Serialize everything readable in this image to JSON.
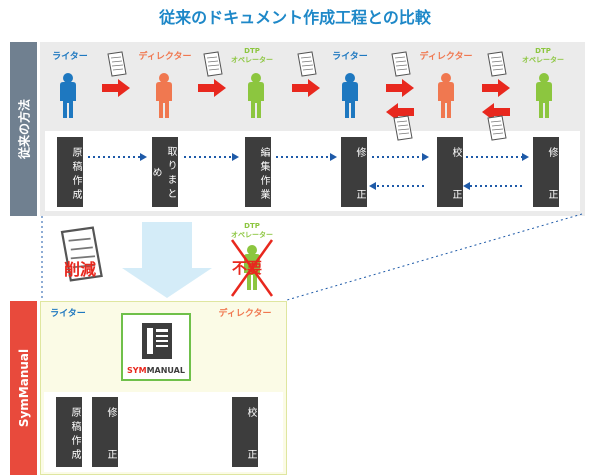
{
  "title": "従来のドキュメント作成工程との比較",
  "traditional": {
    "label": "従来の方法",
    "roles": [
      {
        "name": "ライター",
        "color": "#1e78c0"
      },
      {
        "name": "ディレクター",
        "color": "#f07850"
      },
      {
        "name": "DTP\nオペレーター",
        "color": "#8cc63f"
      },
      {
        "name": "ライター",
        "color": "#1e78c0"
      },
      {
        "name": "ディレクター",
        "color": "#f07850"
      },
      {
        "name": "DTP\nオペレーター",
        "color": "#8cc63f"
      }
    ],
    "steps": [
      "原稿作成",
      "取りまとめ",
      "編集作業",
      "修　　正",
      "校　　正",
      "修　　正"
    ]
  },
  "transition": {
    "reduce_label": "削減",
    "dtp_label": "DTP\nオペレーター",
    "unneeded_label": "不要"
  },
  "symmanual": {
    "label": "SymManual",
    "writer": "ライター",
    "director": "ディレクター",
    "logo_sym": "SYM",
    "logo_manual": "MANUAL",
    "steps": [
      "原稿作成",
      "修　　正",
      "校　　正"
    ]
  },
  "colors": {
    "writer": "#1e78c0",
    "director": "#f07850",
    "dtp": "#8cc63f",
    "arrow_red": "#e8281e",
    "dotted_blue": "#1e5aa8",
    "header_blue": "#1e88c8"
  }
}
